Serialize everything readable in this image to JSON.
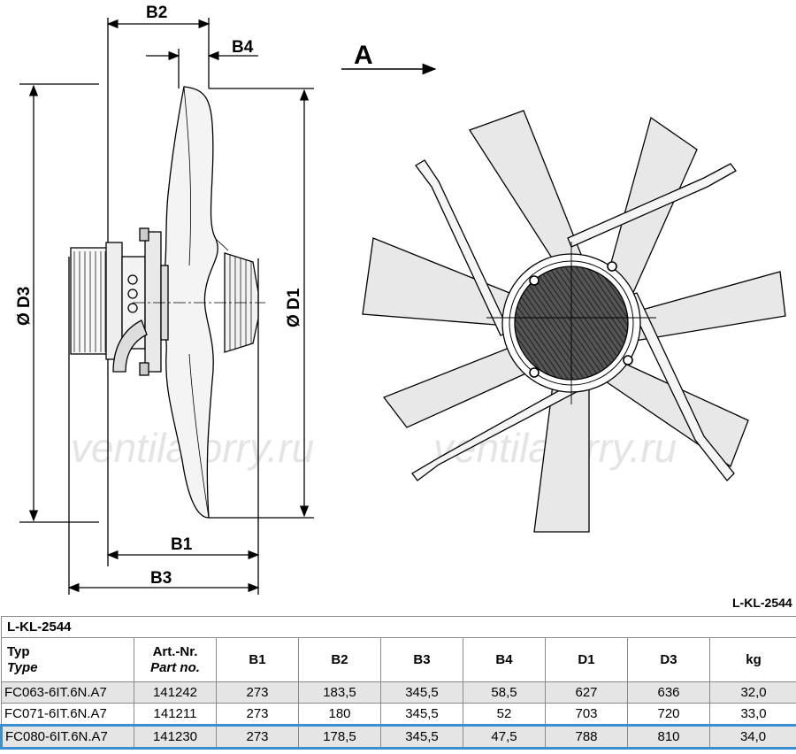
{
  "drawing": {
    "dimension_labels": {
      "b1": "B1",
      "b2": "B2",
      "b3": "B3",
      "b4": "B4",
      "d1": "Ø D1",
      "d3": "Ø D3"
    },
    "view_label": "A",
    "watermark": "ventilatorry.ru",
    "drawing_code": "L-KL-2544"
  },
  "table": {
    "title": "L-KL-2544",
    "headers": {
      "type_main": "Typ",
      "type_sub": "Type",
      "art_main": "Art.-Nr.",
      "art_sub": "Part no.",
      "b1": "B1",
      "b2": "B2",
      "b3": "B3",
      "b4": "B4",
      "d1": "D1",
      "d3": "D3",
      "kg": "kg"
    },
    "rows": [
      {
        "type": "FC063-6IT.6N.A7",
        "art": "141242",
        "b1": "273",
        "b2": "183,5",
        "b3": "345,5",
        "b4": "58,5",
        "d1": "627",
        "d3": "636",
        "kg": "32,0"
      },
      {
        "type": "FC071-6IT.6N.A7",
        "art": "141211",
        "b1": "273",
        "b2": "180",
        "b3": "345,5",
        "b4": "52",
        "d1": "703",
        "d3": "720",
        "kg": "33,0"
      },
      {
        "type": "FC080-6IT.6N.A7",
        "art": "141230",
        "b1": "273",
        "b2": "178,5",
        "b3": "345,5",
        "b4": "47,5",
        "d1": "788",
        "d3": "810",
        "kg": "34,0"
      }
    ]
  }
}
